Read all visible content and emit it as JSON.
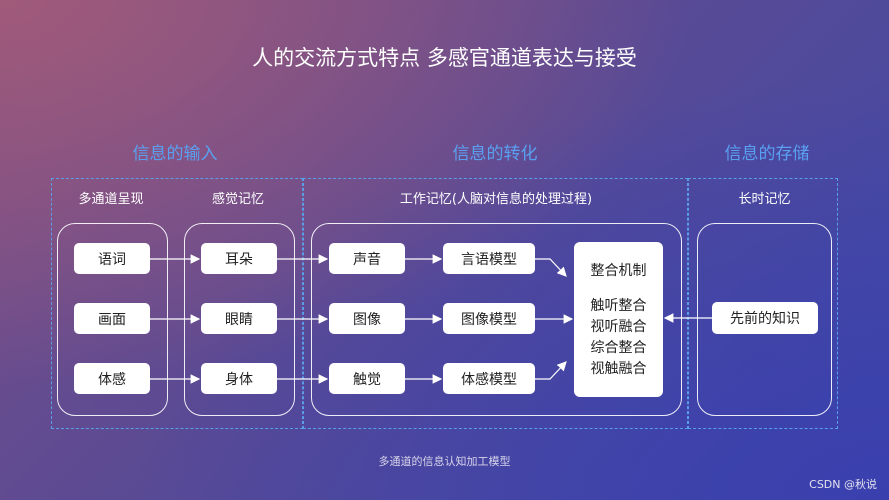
{
  "title": "人的交流方式特点 多感官通道表达与接受",
  "sections": {
    "input": "信息的输入",
    "transform": "信息的转化",
    "storage": "信息的存储"
  },
  "columns": {
    "multichannel": "多通道呈现",
    "sensory_memory": "感觉记忆",
    "working_memory": "工作记忆(人脑对信息的处理过程)",
    "long_term_memory": "长时记忆"
  },
  "nodes": {
    "words": "语词",
    "picture": "画面",
    "body_feel": "体感",
    "ears": "耳朵",
    "eyes": "眼睛",
    "body": "身体",
    "sound": "声音",
    "image": "图像",
    "touch": "触觉",
    "verbal_model": "言语模型",
    "image_model": "图像模型",
    "body_model": "体感模型",
    "prior_knowledge": "先前的知识"
  },
  "integration": {
    "heading": "整合机制",
    "lines": [
      "触听整合",
      "视听融合",
      "综合整合",
      "视触融合"
    ]
  },
  "caption": "多通道的信息认知加工模型",
  "watermark": "CSDN @秋说"
}
